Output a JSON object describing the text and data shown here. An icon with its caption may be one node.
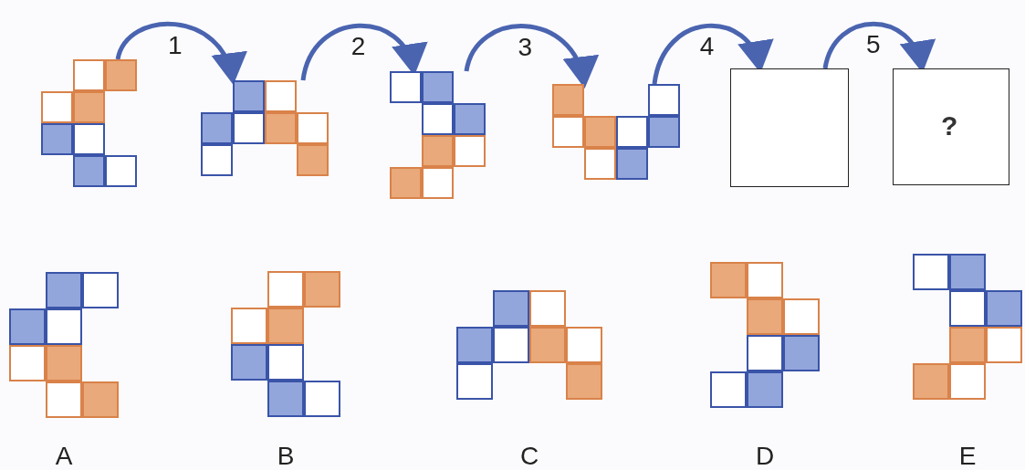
{
  "diagram": {
    "nodes": [
      {
        "text": [],
        "shape": "picture"
      },
      {
        "text": [],
        "shape": "picture"
      },
      {
        "text": [],
        "shape": "picture"
      },
      {
        "text": [],
        "shape": "picture"
      },
      {
        "text": [],
        "shape": "box"
      },
      {
        "text": [
          "?"
        ]
      },
      {
        "text": [
          "A"
        ]
      },
      {
        "text": [
          "B"
        ]
      },
      {
        "text": [
          "C"
        ]
      },
      {
        "text": [
          "D"
        ]
      },
      {
        "text": [
          "E"
        ]
      }
    ],
    "edges": [
      {
        "from": 0,
        "to": 1,
        "arrow": "to",
        "label": "1"
      },
      {
        "from": 1,
        "to": 2,
        "arrow": "to",
        "label": "2"
      },
      {
        "from": 2,
        "to": 3,
        "arrow": "to",
        "label": "3"
      },
      {
        "from": 3,
        "to": 4,
        "arrow": "to",
        "label": "4"
      },
      {
        "from": 4,
        "to": 5,
        "arrow": "to",
        "label": "5"
      }
    ]
  }
}
